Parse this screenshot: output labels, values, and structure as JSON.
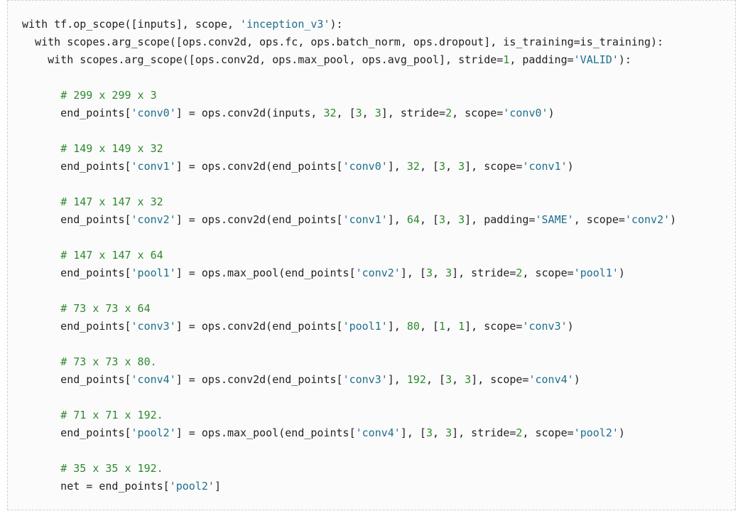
{
  "colors": {
    "text": "#222222",
    "string": "#1d6e8c",
    "number": "#2d8a2d",
    "comment": "#2d8a2d",
    "background": "#fbfbfb",
    "border": "#cfcfcf"
  },
  "code": {
    "language": "python",
    "lines": [
      [
        [
          "t",
          "with tf.op_scope([inputs], scope, "
        ],
        [
          "s",
          "'inception_v3'"
        ],
        [
          "t",
          "):"
        ]
      ],
      [
        [
          "t",
          "  with scopes.arg_scope([ops.conv2d, ops.fc, ops.batch_norm, ops.dropout], is_training=is_training):"
        ]
      ],
      [
        [
          "t",
          "    with scopes.arg_scope([ops.conv2d, ops.max_pool, ops.avg_pool], stride="
        ],
        [
          "n",
          "1"
        ],
        [
          "t",
          ", padding="
        ],
        [
          "s",
          "'VALID'"
        ],
        [
          "t",
          "):"
        ]
      ],
      [],
      [
        [
          "t",
          "      "
        ],
        [
          "c",
          "# 299 x 299 x 3"
        ]
      ],
      [
        [
          "t",
          "      end_points["
        ],
        [
          "s",
          "'conv0'"
        ],
        [
          "t",
          "] = ops.conv2d(inputs, "
        ],
        [
          "n",
          "32"
        ],
        [
          "t",
          ", ["
        ],
        [
          "n",
          "3"
        ],
        [
          "t",
          ", "
        ],
        [
          "n",
          "3"
        ],
        [
          "t",
          "], stride="
        ],
        [
          "n",
          "2"
        ],
        [
          "t",
          ", scope="
        ],
        [
          "s",
          "'conv0'"
        ],
        [
          "t",
          ")"
        ]
      ],
      [],
      [
        [
          "t",
          "      "
        ],
        [
          "c",
          "# 149 x 149 x 32"
        ]
      ],
      [
        [
          "t",
          "      end_points["
        ],
        [
          "s",
          "'conv1'"
        ],
        [
          "t",
          "] = ops.conv2d(end_points["
        ],
        [
          "s",
          "'conv0'"
        ],
        [
          "t",
          "], "
        ],
        [
          "n",
          "32"
        ],
        [
          "t",
          ", ["
        ],
        [
          "n",
          "3"
        ],
        [
          "t",
          ", "
        ],
        [
          "n",
          "3"
        ],
        [
          "t",
          "], scope="
        ],
        [
          "s",
          "'conv1'"
        ],
        [
          "t",
          ")"
        ]
      ],
      [],
      [
        [
          "t",
          "      "
        ],
        [
          "c",
          "# 147 x 147 x 32"
        ]
      ],
      [
        [
          "t",
          "      end_points["
        ],
        [
          "s",
          "'conv2'"
        ],
        [
          "t",
          "] = ops.conv2d(end_points["
        ],
        [
          "s",
          "'conv1'"
        ],
        [
          "t",
          "], "
        ],
        [
          "n",
          "64"
        ],
        [
          "t",
          ", ["
        ],
        [
          "n",
          "3"
        ],
        [
          "t",
          ", "
        ],
        [
          "n",
          "3"
        ],
        [
          "t",
          "], padding="
        ],
        [
          "s",
          "'SAME'"
        ],
        [
          "t",
          ", scope="
        ],
        [
          "s",
          "'conv2'"
        ],
        [
          "t",
          ")"
        ]
      ],
      [],
      [
        [
          "t",
          "      "
        ],
        [
          "c",
          "# 147 x 147 x 64"
        ]
      ],
      [
        [
          "t",
          "      end_points["
        ],
        [
          "s",
          "'pool1'"
        ],
        [
          "t",
          "] = ops.max_pool(end_points["
        ],
        [
          "s",
          "'conv2'"
        ],
        [
          "t",
          "], ["
        ],
        [
          "n",
          "3"
        ],
        [
          "t",
          ", "
        ],
        [
          "n",
          "3"
        ],
        [
          "t",
          "], stride="
        ],
        [
          "n",
          "2"
        ],
        [
          "t",
          ", scope="
        ],
        [
          "s",
          "'pool1'"
        ],
        [
          "t",
          ")"
        ]
      ],
      [],
      [
        [
          "t",
          "      "
        ],
        [
          "c",
          "# 73 x 73 x 64"
        ]
      ],
      [
        [
          "t",
          "      end_points["
        ],
        [
          "s",
          "'conv3'"
        ],
        [
          "t",
          "] = ops.conv2d(end_points["
        ],
        [
          "s",
          "'pool1'"
        ],
        [
          "t",
          "], "
        ],
        [
          "n",
          "80"
        ],
        [
          "t",
          ", ["
        ],
        [
          "n",
          "1"
        ],
        [
          "t",
          ", "
        ],
        [
          "n",
          "1"
        ],
        [
          "t",
          "], scope="
        ],
        [
          "s",
          "'conv3'"
        ],
        [
          "t",
          ")"
        ]
      ],
      [],
      [
        [
          "t",
          "      "
        ],
        [
          "c",
          "# 73 x 73 x 80."
        ]
      ],
      [
        [
          "t",
          "      end_points["
        ],
        [
          "s",
          "'conv4'"
        ],
        [
          "t",
          "] = ops.conv2d(end_points["
        ],
        [
          "s",
          "'conv3'"
        ],
        [
          "t",
          "], "
        ],
        [
          "n",
          "192"
        ],
        [
          "t",
          ", ["
        ],
        [
          "n",
          "3"
        ],
        [
          "t",
          ", "
        ],
        [
          "n",
          "3"
        ],
        [
          "t",
          "], scope="
        ],
        [
          "s",
          "'conv4'"
        ],
        [
          "t",
          ")"
        ]
      ],
      [],
      [
        [
          "t",
          "      "
        ],
        [
          "c",
          "# 71 x 71 x 192."
        ]
      ],
      [
        [
          "t",
          "      end_points["
        ],
        [
          "s",
          "'pool2'"
        ],
        [
          "t",
          "] = ops.max_pool(end_points["
        ],
        [
          "s",
          "'conv4'"
        ],
        [
          "t",
          "], ["
        ],
        [
          "n",
          "3"
        ],
        [
          "t",
          ", "
        ],
        [
          "n",
          "3"
        ],
        [
          "t",
          "], stride="
        ],
        [
          "n",
          "2"
        ],
        [
          "t",
          ", scope="
        ],
        [
          "s",
          "'pool2'"
        ],
        [
          "t",
          ")"
        ]
      ],
      [],
      [
        [
          "t",
          "      "
        ],
        [
          "c",
          "# 35 x 35 x 192."
        ]
      ],
      [
        [
          "t",
          "      net = end_points["
        ],
        [
          "s",
          "'pool2'"
        ],
        [
          "t",
          "]"
        ]
      ]
    ]
  }
}
